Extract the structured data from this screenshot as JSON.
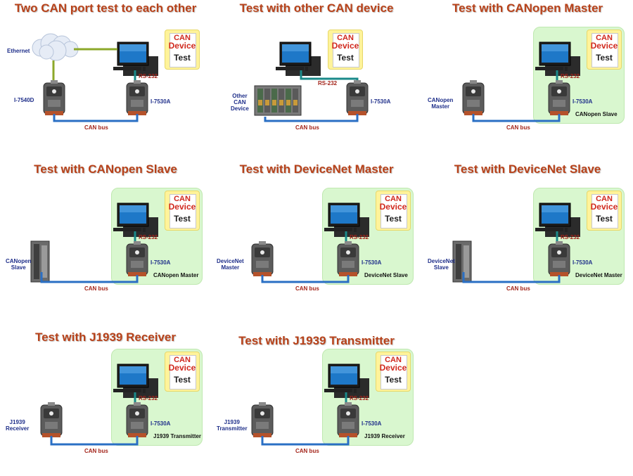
{
  "panels": [
    {
      "title": "Two CAN port test to each other",
      "labels": {
        "ethernet": "Ethernet",
        "rs232": "RS-232",
        "left_device": "I-7540D",
        "right_device": "I-7530A",
        "bus": "CAN bus"
      }
    },
    {
      "title": "Test with other CAN device",
      "labels": {
        "rs232": "RS-232",
        "left_device": "Other\nCAN\nDevice",
        "right_device": "I-7530A",
        "bus": "CAN bus"
      }
    },
    {
      "title": "Test with CANopen Master",
      "labels": {
        "rs232": "RS-232",
        "left_device": "CANopen\nMaster",
        "right_device": "I-7530A",
        "zone": "CANopen Slave",
        "bus": "CAN bus"
      }
    },
    {
      "title": "Test with CANopen Slave",
      "labels": {
        "rs232": "RS-232",
        "left_device": "CANopen\nSlave",
        "right_device": "I-7530A",
        "zone": "CANopen Master",
        "bus": "CAN bus"
      }
    },
    {
      "title": "Test with DeviceNet Master",
      "labels": {
        "rs232": "RS-232",
        "left_device": "DeviceNet\nMaster",
        "right_device": "I-7530A",
        "zone": "DeviceNet Slave",
        "bus": "CAN bus"
      }
    },
    {
      "title": "Test with DeviceNet Slave",
      "labels": {
        "rs232": "RS-232",
        "left_device": "DeviceNet\nSlave",
        "right_device": "I-7530A",
        "zone": "DeviceNet Master",
        "bus": "CAN bus"
      }
    },
    {
      "title": "Test with J1939 Receiver",
      "labels": {
        "rs232": "RS-232",
        "left_device": "J1939\nReceiver",
        "right_device": "I-7530A",
        "zone": "J1939 Transmitter",
        "bus": "CAN bus"
      }
    },
    {
      "title": "Test with J1939 Transmitter",
      "labels": {
        "rs232": "RS-232",
        "left_device": "J1939\nTransmitter",
        "right_device": "I-7530A",
        "zone": "J1939 Receiver",
        "bus": "CAN bus"
      }
    }
  ],
  "badge": {
    "line1": "CAN",
    "line2": "Device",
    "line3": "Test"
  },
  "colors": {
    "title": "#b8421a",
    "bus_line": "#2a6fc4",
    "rs232_line": "#1a8a8a",
    "ethernet_line": "#8ca82a",
    "zone_fill": "#d9f7cf"
  }
}
